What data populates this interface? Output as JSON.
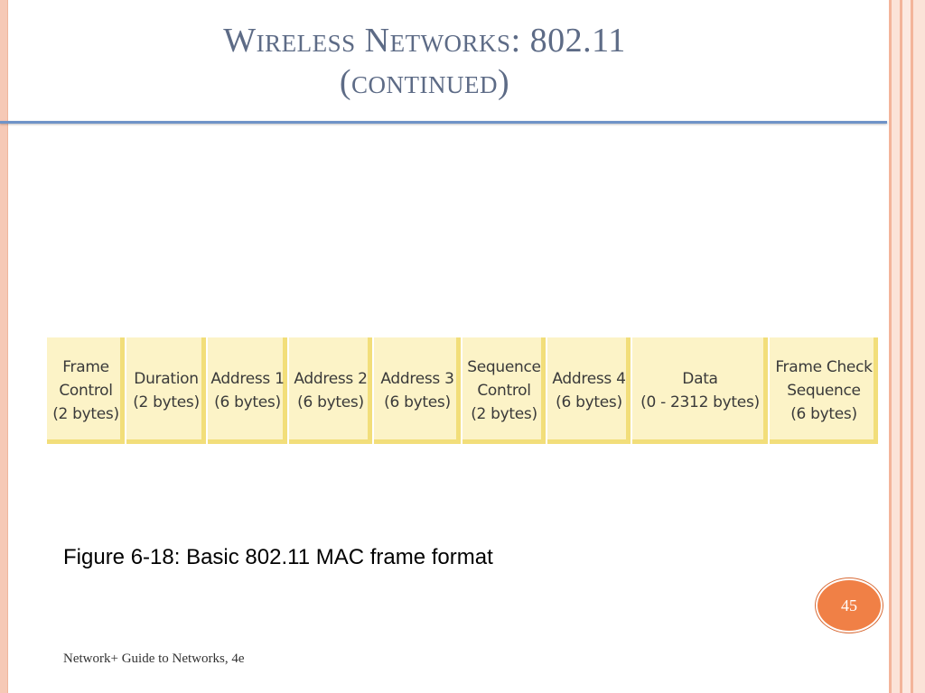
{
  "slide": {
    "title_line1": "Wireless Networks: 802.11",
    "title_line2": "(continued)",
    "caption": "Figure 6-18: Basic 802.11 MAC frame format",
    "page_number": "45",
    "footer": "Network+ Guide to Networks, 4e"
  },
  "frame_fields": [
    {
      "name": "Frame",
      "name2": "Control",
      "size": "(2 bytes)"
    },
    {
      "name": "Duration",
      "name2": "",
      "size": "(2 bytes)"
    },
    {
      "name": "Address 1",
      "name2": "",
      "size": "(6 bytes)"
    },
    {
      "name": "Address 2",
      "name2": "",
      "size": "(6 bytes)"
    },
    {
      "name": "Address 3",
      "name2": "",
      "size": "(6 bytes)"
    },
    {
      "name": "Sequence",
      "name2": "Control",
      "size": "(2 bytes)"
    },
    {
      "name": "Address 4",
      "name2": "",
      "size": "(6 bytes)"
    },
    {
      "name": "Data",
      "name2": "",
      "size": "(0 - 2312 bytes)"
    },
    {
      "name": "Frame Check",
      "name2": "Sequence",
      "size": "(6 bytes)"
    }
  ],
  "colors": {
    "title": "#5d6b86",
    "rule": "#6f93c8",
    "field_fill": "#fcf3c7",
    "field_shadow": "#f2de7a",
    "badge": "#f08046"
  }
}
